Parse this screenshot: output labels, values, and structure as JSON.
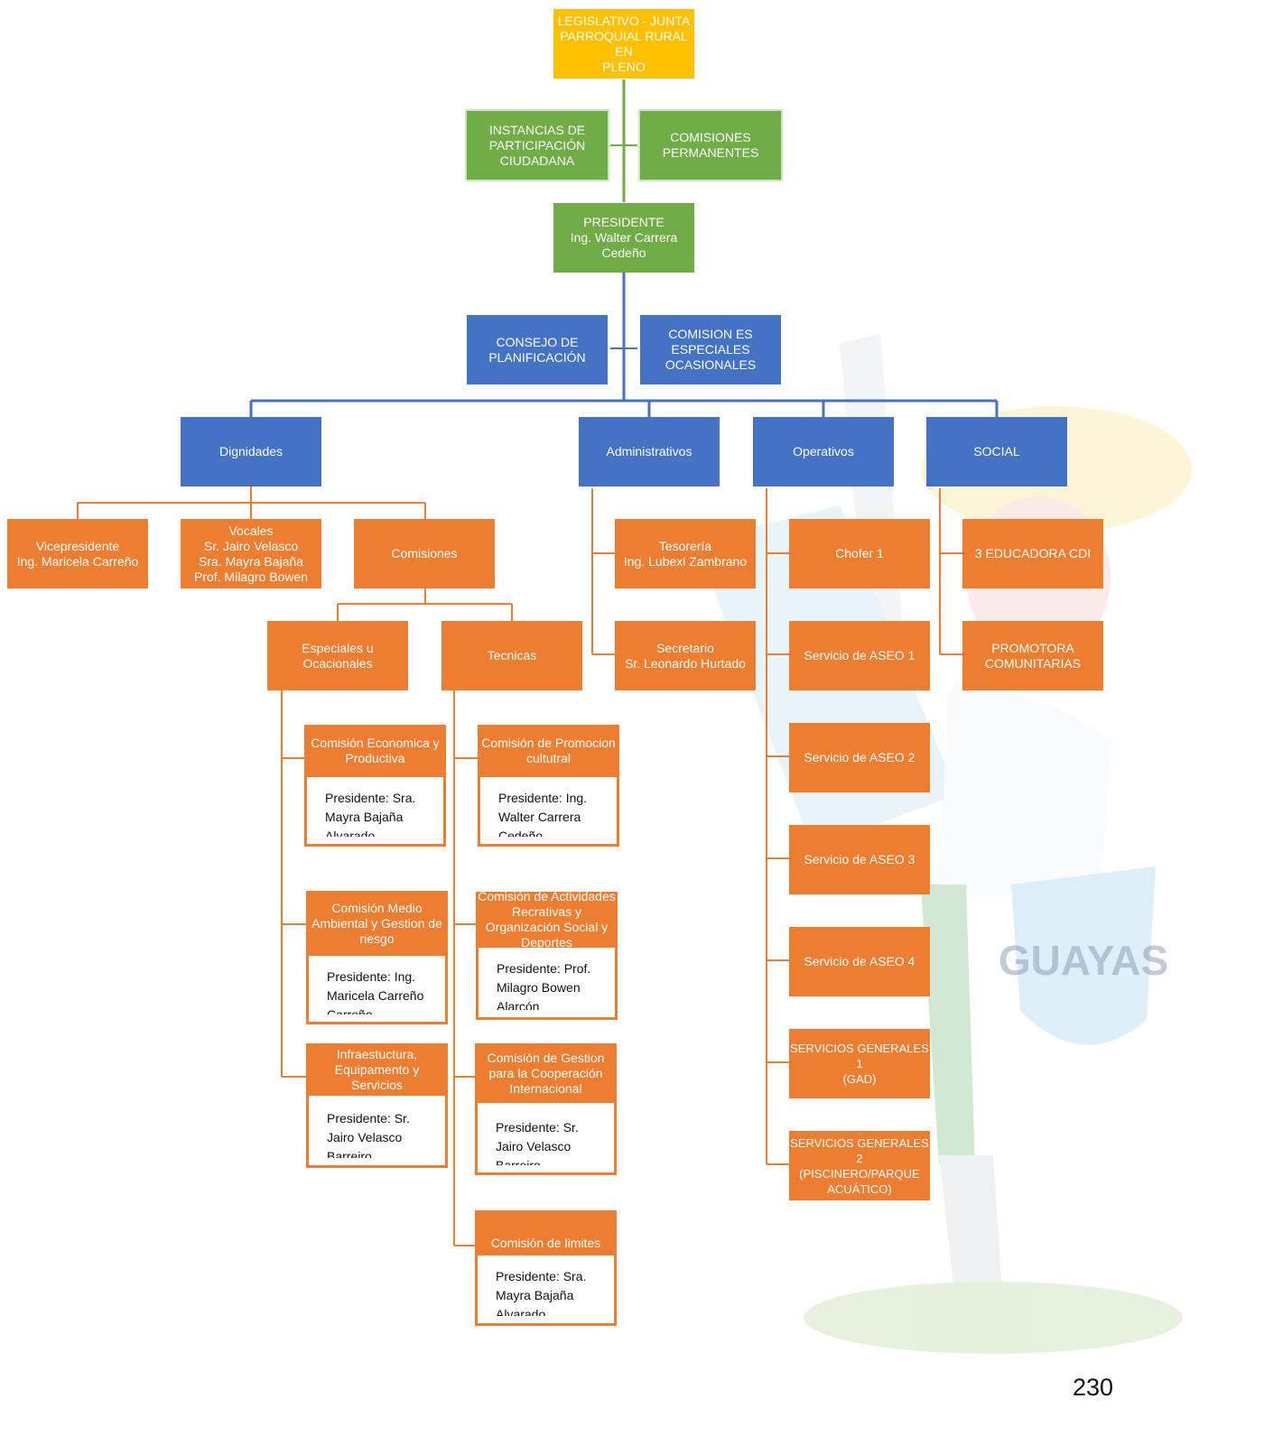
{
  "top": {
    "legislativo": "LEGISLATIVO - JUNTA\nPARROQUIAL RURAL EN\nPLENO",
    "instancias": "INSTANCIAS DE\nPARTICIPACIÓN\nCIUDADANA",
    "comisiones_permanentes": "COMISIONES\nPERMANENTES",
    "presidente": "PRESIDENTE\nIng. Walter Carrera\nCedeño",
    "consejo": "CONSEJO DE\nPLANIFICACIÓN",
    "comisiones_especiales": "COMISION ES\nESPECIALES\nOCASIONALES"
  },
  "branches": {
    "dignidades": "Dignidades",
    "administrativos": "Administrativos",
    "operativos": "Operativos",
    "social": "SOCIAL"
  },
  "dignidades": {
    "vicepresidente": "Vicepresidente\nIng. Maricela Carreño",
    "vocales": "Vocales\nSr. Jairo Velasco\nSra. Mayra Bajaña\nProf. Milagro Bowen",
    "comisiones": "Comisiones",
    "especiales": "Especiales u\nOcacionales",
    "tecnicas": "Tecnicas"
  },
  "especiales_cards": [
    {
      "title": "Comisión Economica y\nProductiva",
      "body": "Presidente: Sra.\nMayra Bajaña\nAlvarado"
    },
    {
      "title": "Comisión Medio\nAmbiental y Gestion de\nriesgo",
      "body": "Presidente: Ing.\nMaricela Carreño\nCarreño"
    },
    {
      "title": "Comisión de\nInfraestuctura,\nEquipamento y Servicios\nPúblicos",
      "body": "Presidente: Sr.\nJairo Velasco\nBarreiro"
    }
  ],
  "tecnicas_cards": [
    {
      "title": "Comisión de Promocion\ncultutral",
      "body": "Presidente: Ing.\nWalter Carrera\nCedeño"
    },
    {
      "title": "Comisión de Actividades\nRecrativas y\nOrganización Social y\nDeportes",
      "body": "Presidente: Prof.\nMilagro Bowen\nAlarcón"
    },
    {
      "title": "Comisión de Gestion\npara la Cooperación\nInternacional",
      "body": "Presidente: Sr.\nJairo Velasco\nBarreiro"
    },
    {
      "title": "Comisión de limites",
      "body": "Presidente: Sra.\nMayra Bajaña\nAlvarado"
    }
  ],
  "administrativos": {
    "tesoreria": "Tesorería\nIng. Lubexi Zambrano",
    "secretario": "Secretario\nSr. Leonardo Hurtado"
  },
  "operativos": [
    "Chofer 1",
    "Servicio de ASEO 1",
    "Servicio de ASEO 2",
    "Servicio de ASEO 3",
    "Servicio de ASEO 4",
    "SERVICIOS GENERALES 1\n(GAD)",
    "SERVICIOS GENERALES 2\n(PISCINERO/PARQUE\nACUÁTICO)"
  ],
  "social": {
    "educadora": "3 EDUCADORA CDI",
    "promotora": "PROMOTORA\nCOMUNITARIAS"
  },
  "watermark": "GUAYAS",
  "page_number": "230",
  "colors": {
    "legislativo": "#ffc000",
    "green": "#70ad47",
    "blue": "#4472c4",
    "orange": "#ed7d31"
  }
}
